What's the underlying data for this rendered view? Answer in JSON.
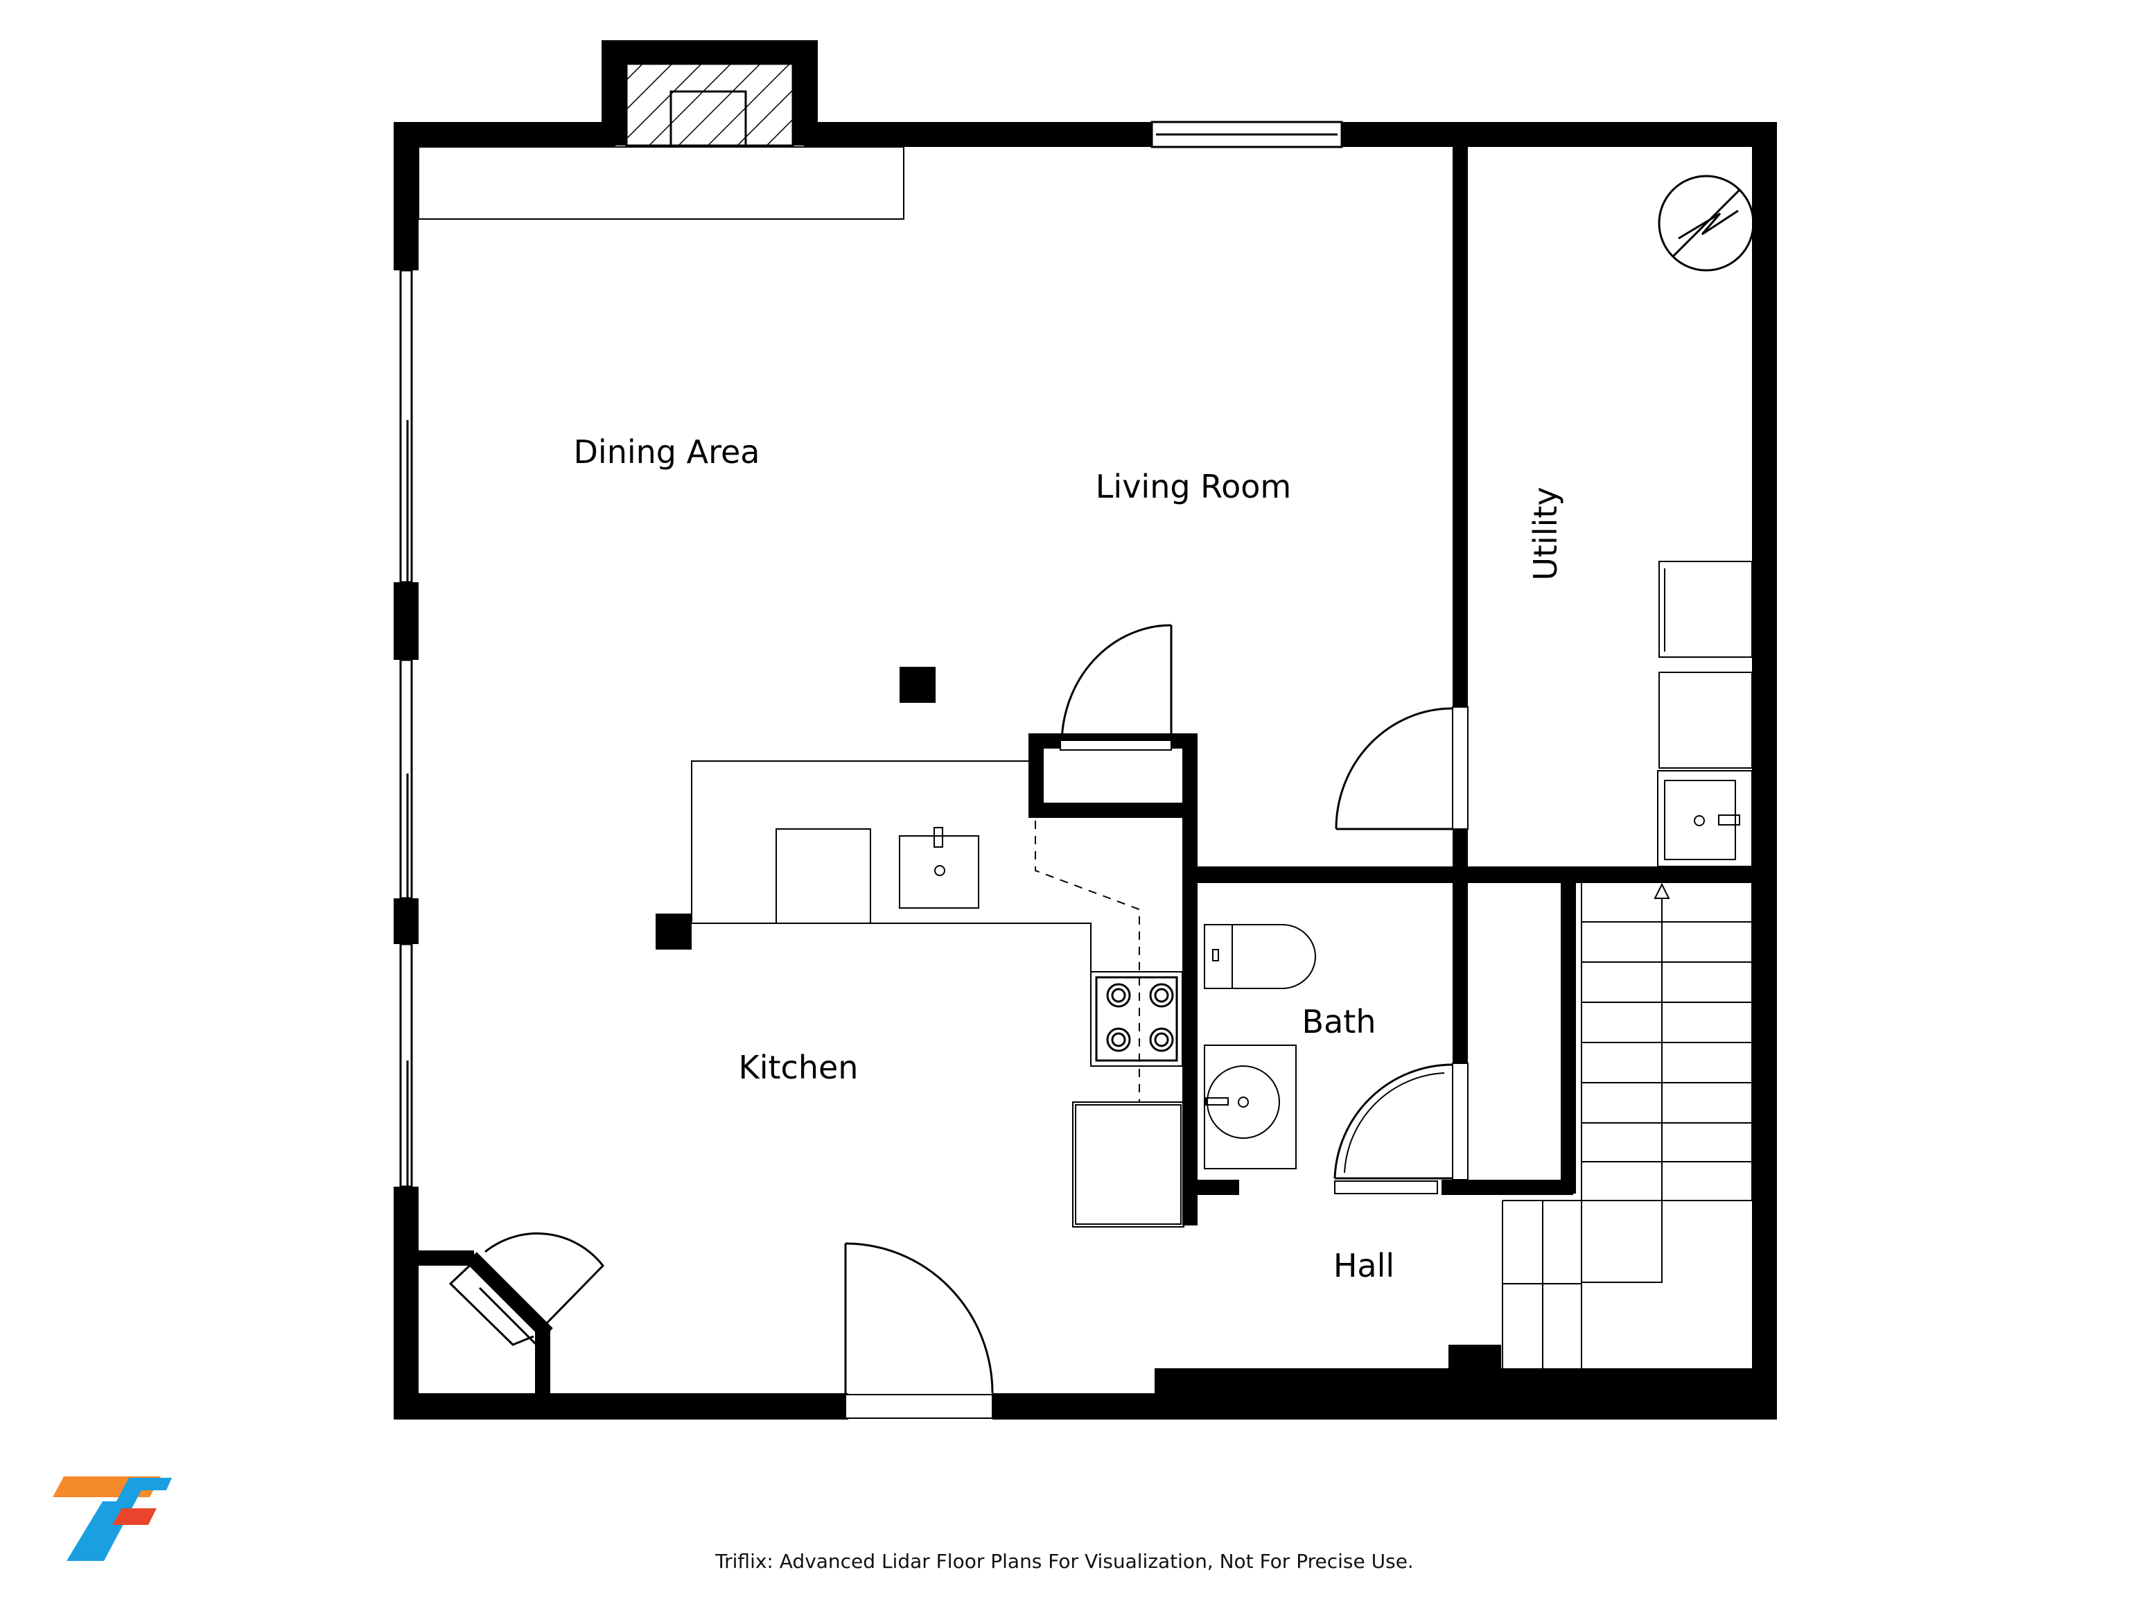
{
  "rooms": {
    "dining": "Dining Area",
    "living": "Living Room",
    "utility": "Utility",
    "kitchen": "Kitchen",
    "bath": "Bath",
    "hall": "Hall"
  },
  "footer": "Triflix: Advanced Lidar Floor Plans For Visualization, Not For Precise Use.",
  "logo": {
    "name": "triflix-logo",
    "colors": [
      "#f58a2b",
      "#1a9fe0",
      "#e8452c"
    ]
  },
  "icons": [
    "water-heater-icon",
    "stove-icon",
    "sink-icon",
    "toilet-icon",
    "fireplace-icon"
  ],
  "colors": {
    "wall": "#000000",
    "background": "#ffffff"
  }
}
